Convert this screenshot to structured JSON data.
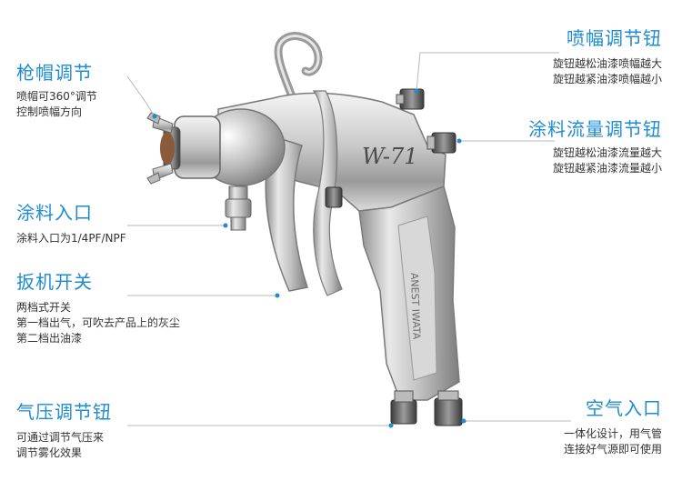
{
  "callouts": {
    "nozzle_cap": {
      "title": "枪帽调节",
      "desc": [
        "喷帽可360°调节",
        "控制喷幅方向"
      ]
    },
    "paint_inlet": {
      "title": "涂料入口",
      "desc": [
        "涂料入口为1/4PF/NPF"
      ]
    },
    "trigger": {
      "title": "扳机开关",
      "desc": [
        "两档式开关",
        "第一档出气，可吹去产品上的灰尘",
        "第二档出油漆"
      ]
    },
    "air_pressure_knob": {
      "title": "气压调节钮",
      "desc": [
        "可通过调节气压来",
        "调节雾化效果"
      ]
    },
    "spray_width_knob": {
      "title": "喷幅调节钮",
      "desc": [
        "旋钮越松油漆喷幅越大",
        "旋钮越紧油漆喷幅越小"
      ]
    },
    "paint_flow_knob": {
      "title": "涂料流量调节钮",
      "desc": [
        "旋钮越松油漆流量越大",
        "旋钮越紧油漆流量越小"
      ]
    },
    "air_inlet": {
      "title": "空气入口",
      "desc": [
        "一体化设计，用气管",
        "连接好气源即可使用"
      ]
    }
  },
  "gun": {
    "model_mark": "W-71",
    "handle_mark": "ANEST IWATA"
  },
  "colors": {
    "accent": "#1f8bd0",
    "text": "#333333",
    "leader": "#b8b8b8"
  }
}
